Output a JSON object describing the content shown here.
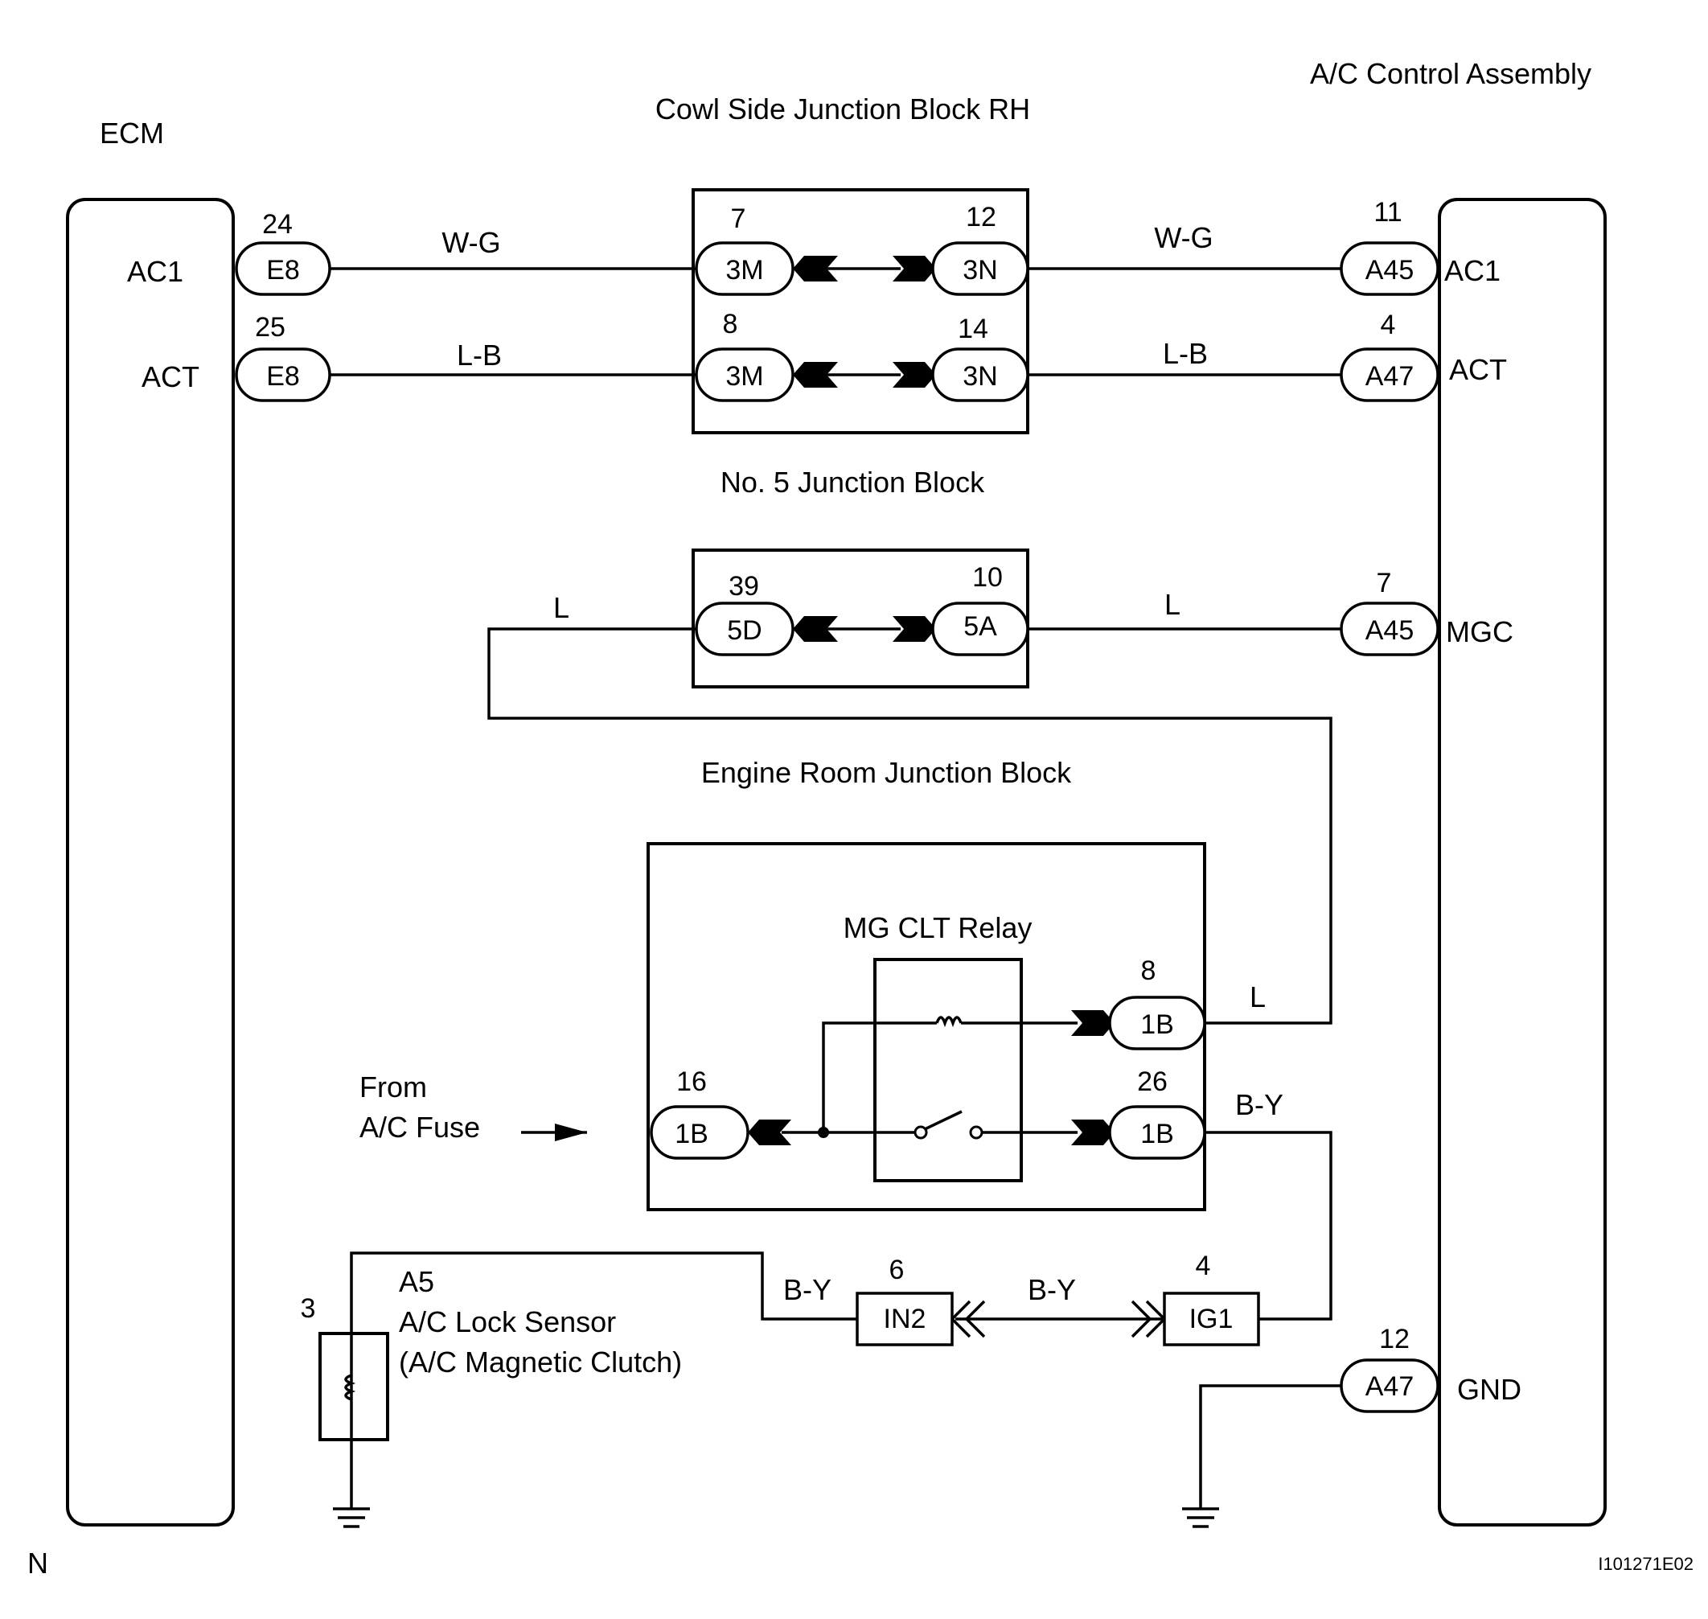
{
  "components": {
    "ecm": {
      "title": "ECM",
      "ac1": "AC1",
      "act": "ACT"
    },
    "ac_control": {
      "title": "A/C Control Assembly",
      "ac1": "AC1",
      "act": "ACT",
      "mgc": "MGC",
      "gnd": "GND"
    },
    "cowl_jb": {
      "title": "Cowl Side Junction Block RH"
    },
    "no5_jb": {
      "title": "No. 5 Junction Block"
    },
    "engine_room_jb": {
      "title": "Engine Room Junction Block"
    },
    "relay": {
      "title": "MG CLT Relay"
    },
    "fuse": {
      "line1": "From",
      "line2": "A/C Fuse"
    },
    "clutch": {
      "code": "A5",
      "line1": "A/C Lock Sensor",
      "line2": "(A/C Magnetic Clutch)",
      "pin": "3"
    }
  },
  "connectors": {
    "ecm_e8_24": {
      "code": "E8",
      "pin": "24"
    },
    "ecm_e8_25": {
      "code": "E8",
      "pin": "25"
    },
    "cowl_3m_7": {
      "code": "3M",
      "pin": "7"
    },
    "cowl_3n_12": {
      "code": "3N",
      "pin": "12"
    },
    "cowl_3m_8": {
      "code": "3M",
      "pin": "8"
    },
    "cowl_3n_14": {
      "code": "3N",
      "pin": "14"
    },
    "ac_a45_11": {
      "code": "A45",
      "pin": "11"
    },
    "ac_a47_4": {
      "code": "A47",
      "pin": "4"
    },
    "no5_5d_39": {
      "code": "5D",
      "pin": "39"
    },
    "no5_5a_10": {
      "code": "5A",
      "pin": "10"
    },
    "ac_a45_7": {
      "code": "A45",
      "pin": "7"
    },
    "relay_1b_8": {
      "code": "1B",
      "pin": "8"
    },
    "relay_1b_16": {
      "code": "1B",
      "pin": "16"
    },
    "relay_1b_26": {
      "code": "1B",
      "pin": "26"
    },
    "in2_6": {
      "code": "IN2",
      "pin": "6"
    },
    "ig1_4": {
      "code": "IG1",
      "pin": "4"
    },
    "ac_a47_12": {
      "code": "A47",
      "pin": "12"
    }
  },
  "wires": {
    "wg_left": "W-G",
    "wg_right": "W-G",
    "lb_left": "L-B",
    "lb_right": "L-B",
    "l_left": "L",
    "l_right": "L",
    "l_relay": "L",
    "by_relay": "B-Y",
    "by_left": "B-Y",
    "by_mid": "B-Y"
  },
  "footer": {
    "corner_mark": "N",
    "figure_id": "I101271E02"
  }
}
